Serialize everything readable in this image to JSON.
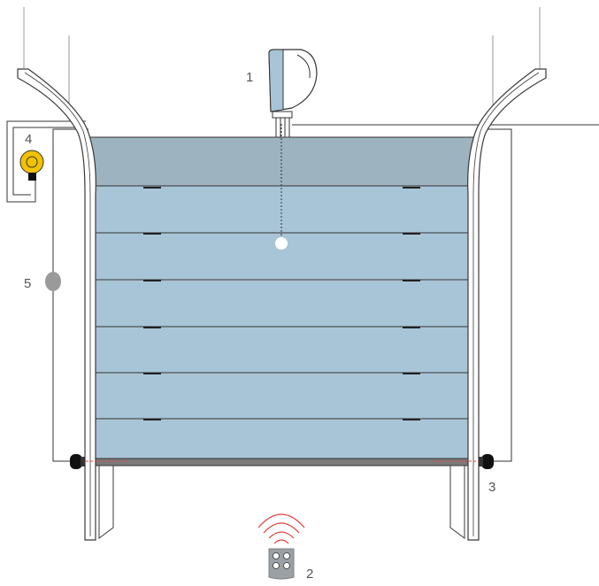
{
  "labels": {
    "opener": "1",
    "remote": "2",
    "photocell": "3",
    "flashing_light": "4",
    "key_switch": "5"
  },
  "colors": {
    "door_panel": "#a8c5d7",
    "door_top": "#9db3c0",
    "door_bottom_seal": "#7a7a7a",
    "rail_fill": "#ffffff",
    "rail_stroke": "#3a3a3a",
    "flash_light": "#f2c200",
    "key_switch": "#9a9a9a",
    "remote": "#9aa0a4",
    "signal": "#e04040",
    "beam": "#e04040"
  },
  "icons": {
    "opener": "garage-door-opener-icon",
    "remote": "remote-control-icon",
    "signal": "wireless-signal-icon",
    "flashing_light": "flashing-light-icon",
    "key_switch": "key-switch-icon",
    "photocell": "photocell-icon"
  }
}
